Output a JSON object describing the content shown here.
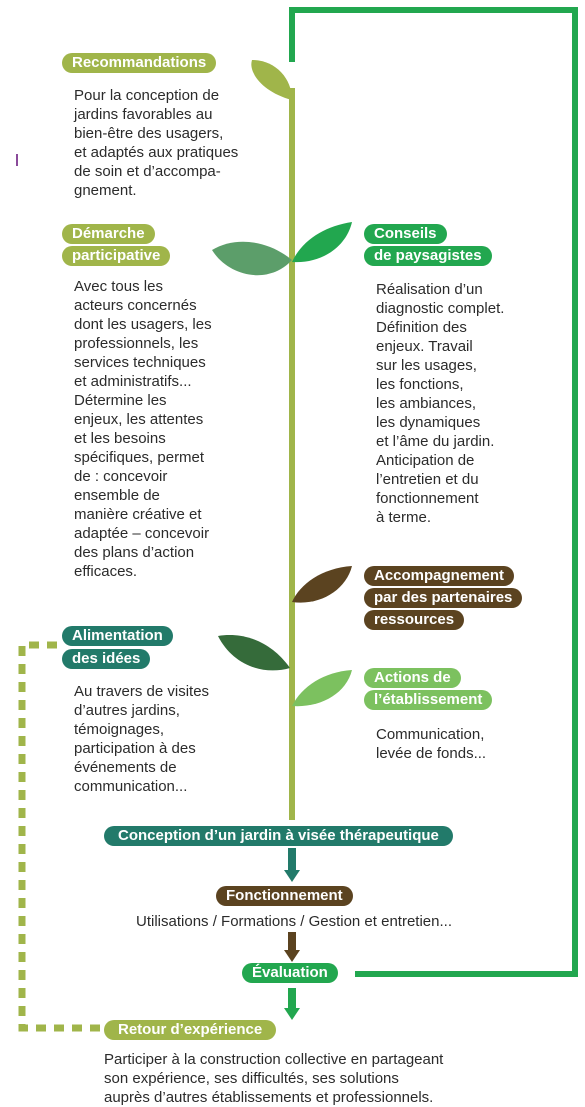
{
  "colors": {
    "lime": "#a0b54a",
    "green": "#22a74f",
    "teal": "#227a6a",
    "brown": "#5b4320",
    "light_green": "#7cc15f",
    "dark_green": "#356b3a"
  },
  "recommandations": {
    "title": "Recommandations",
    "text": "Pour la conception de\njardins favorables au\nbien-être des usagers,\net adaptés aux pratiques\nde soin et d’accompa-\ngnement."
  },
  "demarche": {
    "title_line1": "Démarche",
    "title_line2": "participative",
    "text": "Avec tous les\nacteurs concernés\ndont les usagers, les\nprofessionnels, les\nservices techniques\net administratifs...\nDétermine les\nenjeux, les attentes\net les besoins\nspécifiques, permet\nde : concevoir\nensemble de\nmanière créative et\nadaptée – concevoir\ndes plans d’action\nefficaces."
  },
  "conseils": {
    "title_line1": "Conseils",
    "title_line2": "de paysagistes",
    "text": "Réalisation d’un\ndiagnostic complet.\nDéfinition des\nenjeux. Travail\nsur les usages,\nles fonctions,\nles ambiances,\nles dynamiques\net l’âme du jardin.\nAnticipation de\nl’entretien et du\nfonctionnement\nà terme."
  },
  "accompagnement": {
    "title_line1": "Accompagnement",
    "title_line2": "par des partenaires",
    "title_line3": "ressources"
  },
  "alimentation": {
    "title_line1": "Alimentation",
    "title_line2": "des idées",
    "text": "Au travers de visites\nd’autres jardins,\ntémoignages,\nparticipation à des\névénements de\ncommunication..."
  },
  "actions": {
    "title_line1": "Actions de",
    "title_line2": "l’établissement",
    "text": "Communication,\nlevée de fonds..."
  },
  "conception": {
    "title": "Conception d’un jardin à visée thérapeutique"
  },
  "fonctionnement": {
    "title": "Fonctionnement",
    "text": "Utilisations / Formations / Gestion et entretien..."
  },
  "evaluation": {
    "title": "Évaluation"
  },
  "retour": {
    "title": "Retour d’expérience",
    "text": "Participer à la construction collective en partageant\nson expérience, ses difficultés, ses solutions\nauprès d’autres établissements et professionnels."
  }
}
